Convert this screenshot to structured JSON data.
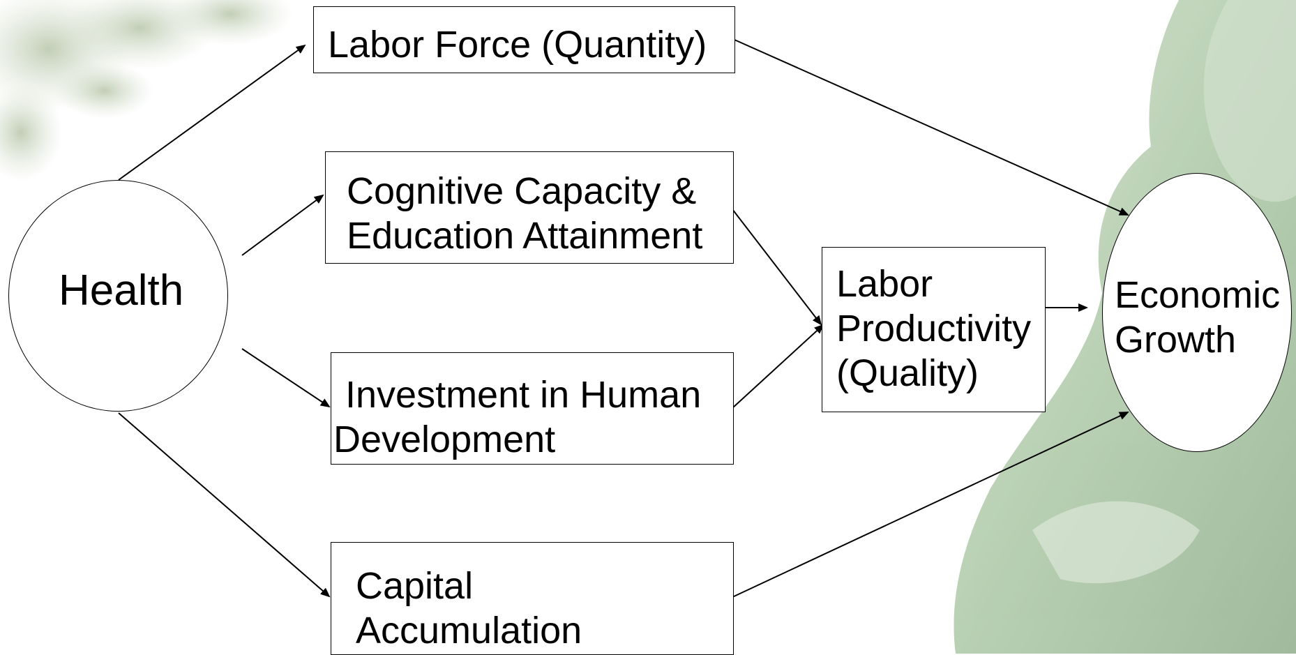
{
  "nodes": {
    "health": {
      "label": "Health"
    },
    "labor_force": {
      "label": "Labor Force (Quantity)"
    },
    "cognitive": {
      "line1": "Cognitive Capacity &",
      "line2": "Education Attainment"
    },
    "investment": {
      "line1": "Investment in Human",
      "line2": "Development"
    },
    "capital": {
      "line1": "Capital",
      "line2": "Accumulation"
    },
    "productivity": {
      "line1": "Labor",
      "line2": "Productivity",
      "line3": "(Quality)"
    },
    "growth": {
      "line1": "Economic",
      "line2": "Growth"
    }
  },
  "edges": [
    {
      "from": "health",
      "to": "labor_force"
    },
    {
      "from": "health",
      "to": "cognitive"
    },
    {
      "from": "health",
      "to": "investment"
    },
    {
      "from": "health",
      "to": "capital"
    },
    {
      "from": "labor_force",
      "to": "growth"
    },
    {
      "from": "cognitive",
      "to": "productivity"
    },
    {
      "from": "investment",
      "to": "productivity"
    },
    {
      "from": "productivity",
      "to": "growth"
    },
    {
      "from": "capital",
      "to": "growth"
    }
  ],
  "colors": {
    "background": "#ffffff",
    "foliage": "#b9c9a9",
    "statue": "#a9c6a3",
    "stroke": "#000000"
  }
}
